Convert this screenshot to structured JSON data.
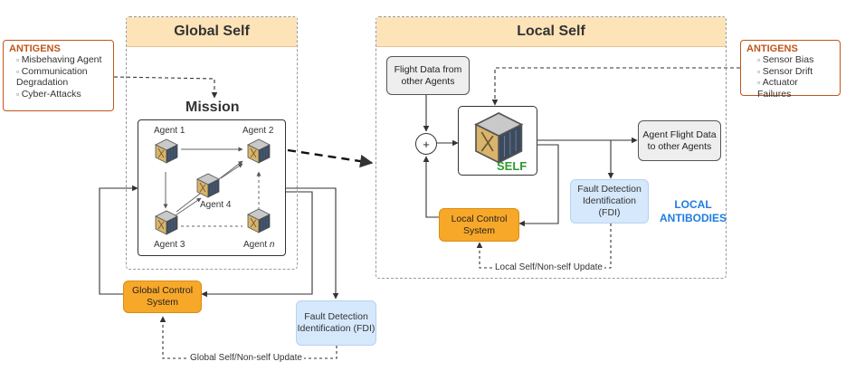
{
  "global_self": {
    "title": "Global Self",
    "mission_label": "Mission",
    "agents": [
      "Agent 1",
      "Agent 2",
      "Agent 4",
      "Agent 3",
      "Agent "
    ],
    "agent_n_suffix": "n",
    "control_system": "Global Control System",
    "fdi": "Fault Detection Identification (FDI)",
    "update_label": "Global Self/Non-self Update"
  },
  "local_self": {
    "title": "Local Self",
    "flight_data_in": "Flight Data from other Agents",
    "sum_symbol": "+",
    "self_label": "SELF",
    "flight_data_out": "Agent Flight Data to other Agents",
    "fdi": "Fault Detection Identification (FDI)",
    "antibodies": [
      "LOCAL",
      "ANTIBODIES"
    ],
    "control_system": "Local Control System",
    "update_label": "Local Self/Non-self Update"
  },
  "antigens_global": {
    "title": "ANTIGENS",
    "items": [
      "Misbehaving Agent",
      "Communication Degradation",
      "Cyber-Attacks"
    ]
  },
  "antigens_local": {
    "title": "ANTIGENS",
    "items": [
      "Sensor Bias",
      "Sensor Drift",
      "Actuator Failures"
    ]
  },
  "colors": {
    "region_header": "#fde3b8",
    "antigen": "#c0561b",
    "self_text": "#2e9a2e",
    "antibodies_text": "#1e7de0",
    "control_system": "#f8a829",
    "fdi": "#d6e8fb"
  }
}
